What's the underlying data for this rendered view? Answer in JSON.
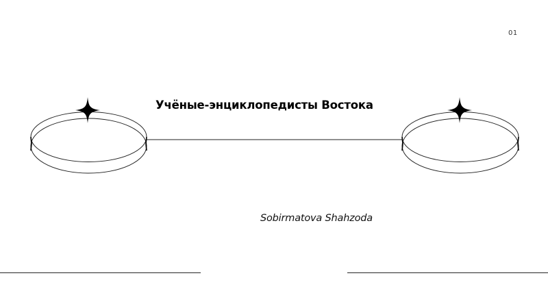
{
  "slide": {
    "page_number": "01",
    "title": "Учёные-энциклопедисты Востока",
    "author": "Sobirmatova Shahzoda"
  },
  "decorations": {
    "left_ellipse_icon": "double-ellipse-ring",
    "right_ellipse_icon": "double-ellipse-ring",
    "star_icon": "four-point-star",
    "line_color": "#222222",
    "star_color": "#000000",
    "background": "#ffffff"
  }
}
